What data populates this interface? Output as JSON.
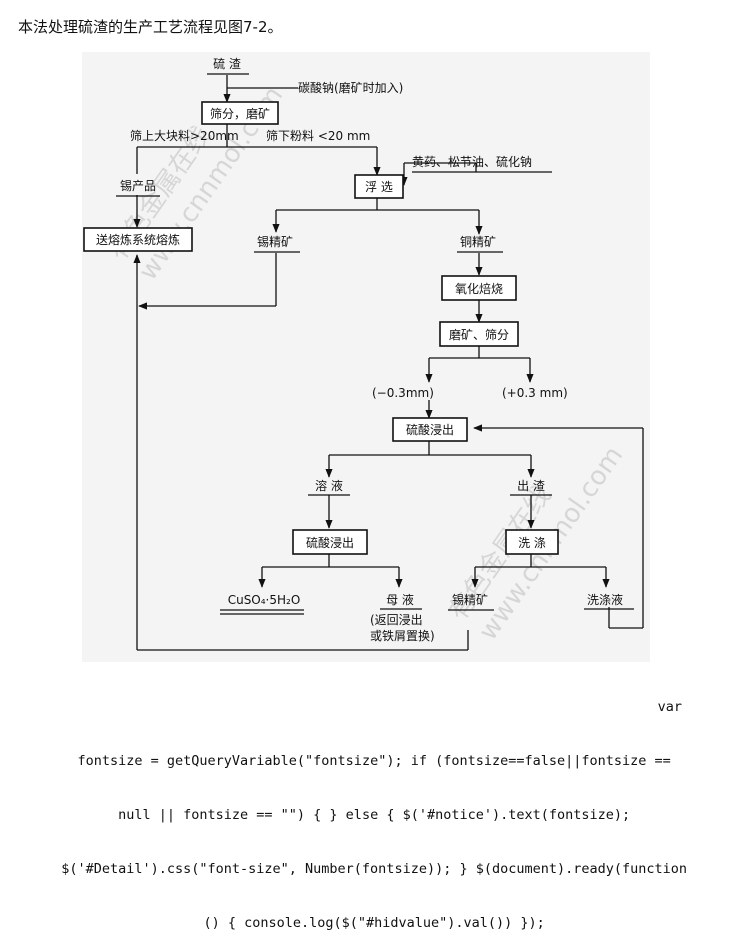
{
  "intro": "本法处理硫渣的生产工艺流程见图7-2。",
  "nodes": {
    "sulfur_slag": "硫 渣",
    "soda_ash": "碳酸钠(磨矿时加入)",
    "screen_grind": "筛分，磨矿",
    "oversize": "筛上大块料>20mm",
    "undersize": "筛下粉料 <20 mm",
    "reagents": "黄药、松节油、硫化钠",
    "tin_product": "锡产品",
    "flotation": "浮 选",
    "to_smelting": "送熔炼系统熔炼",
    "tin_concentrate_1": "锡精矿",
    "copper_concentrate": "铜精矿",
    "oxidizing_roast": "氧化焙烧",
    "grind_screen": "磨矿、筛分",
    "minus_fraction": "(−0.3mm)",
    "plus_fraction": "(+0.3 mm)",
    "acid_leach_1": "硫酸浸出",
    "solution": "溶 液",
    "residue": "出 渣",
    "acid_leach_2": "硫酸浸出",
    "washing": "洗 涤",
    "cuso4": "CuSO₄·5H₂O",
    "mother_liquor": "母 液",
    "return_leach_1": "(返回浸出",
    "return_leach_2": "或铁屑置换)",
    "tin_concentrate_2": "锡精矿",
    "wash_liquor": "洗涤液"
  },
  "watermark": [
    "有色金属在线",
    "www.cnnmol.com"
  ],
  "code": {
    "line0": "var",
    "line1": "fontsize = getQueryVariable(\"fontsize\"); if (fontsize==false||fontsize ==",
    "line2": "null || fontsize == \"\") { } else { $('#notice').text(fontsize);",
    "line3": "$('#Detail').css(\"font-size\", Number(fontsize)); } $(document).ready(function",
    "line4": "() { console.log($(\"#hidvalue\").val()) });"
  }
}
